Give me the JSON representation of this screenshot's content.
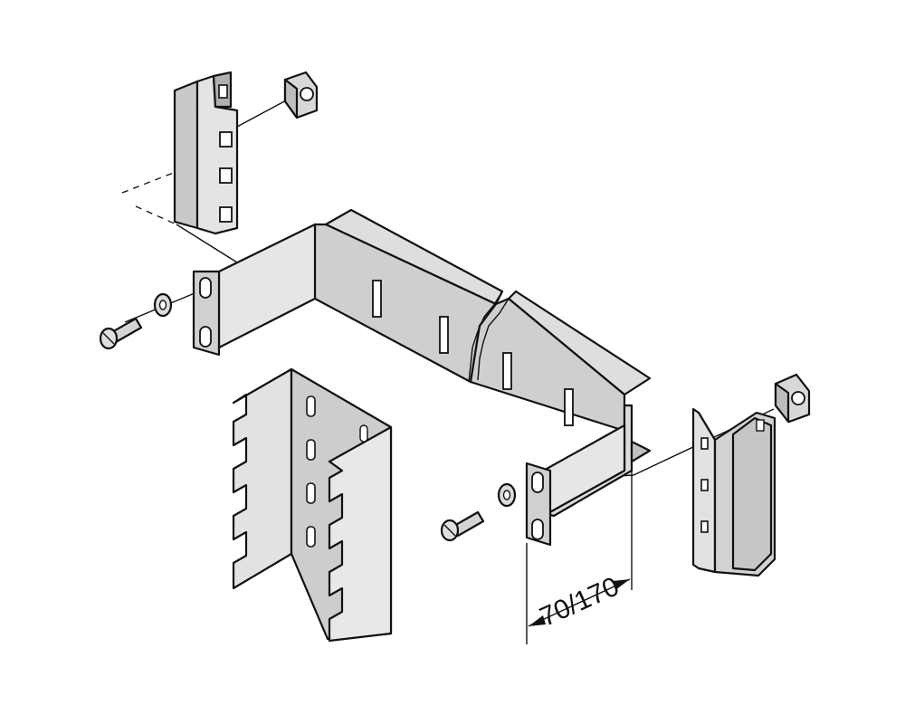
{
  "diagram": {
    "dimension_label": "70/170"
  },
  "colors": {
    "metal_light": "#e4e4e4",
    "metal_mid": "#c9c9c9",
    "metal_dark": "#b0b0b0",
    "line": "#111111",
    "background": "#ffffff"
  },
  "parts": [
    {
      "id": "mounting-rail-left",
      "icon": "rail-profile"
    },
    {
      "id": "cage-nut-top",
      "icon": "cage-nut"
    },
    {
      "id": "u-bracket",
      "icon": "bracket"
    },
    {
      "id": "screw-left",
      "icon": "screw"
    },
    {
      "id": "washer-left",
      "icon": "washer"
    },
    {
      "id": "rail-section",
      "icon": "slotted-rail"
    },
    {
      "id": "screw-right",
      "icon": "screw"
    },
    {
      "id": "washer-right",
      "icon": "washer"
    },
    {
      "id": "mounting-rail-right",
      "icon": "rail-profile"
    },
    {
      "id": "cage-nut-right",
      "icon": "cage-nut"
    }
  ]
}
